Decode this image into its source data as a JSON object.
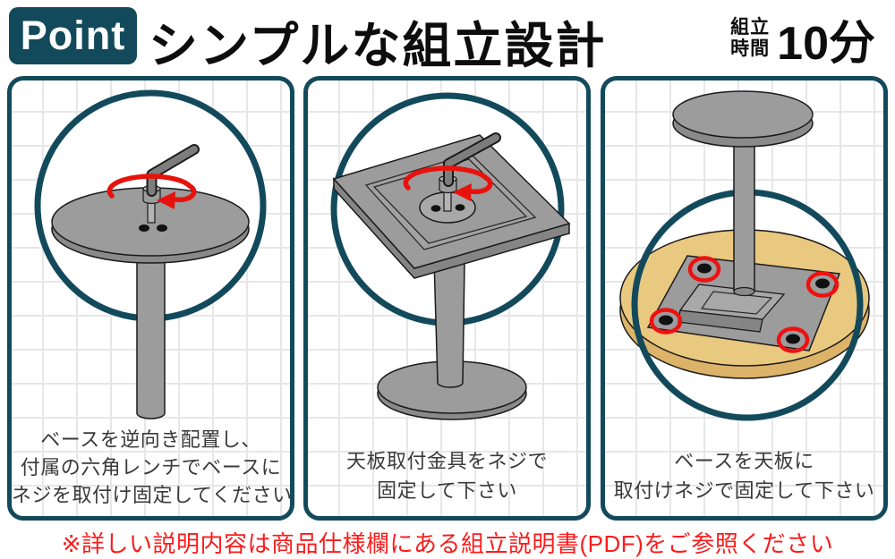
{
  "header": {
    "point_badge": "Point",
    "title": "シンプルな組立設計",
    "assembly_time": {
      "label_line1": "組立",
      "label_line2": "時間",
      "value": "10分"
    }
  },
  "steps": [
    {
      "caption_lines": [
        "ベースを逆向き配置し、",
        "付属の六角レンチでベースに",
        "ネジを取付け固定してください"
      ]
    },
    {
      "caption_lines": [
        "天板取付金具をネジで",
        "固定して下さい"
      ]
    },
    {
      "caption_lines": [
        "ベースを天板に",
        "取付けネジで固定して下さい"
      ]
    }
  ],
  "footer_note": "※詳しい説明内容は商品仕様欄にある組立説明書(PDF)をご参照ください",
  "colors": {
    "accent_teal": "#124a5c",
    "metal_gray": "#9c9c9c",
    "metal_gray_dark": "#8a8a8a",
    "wrench_gray": "#7d7d7d",
    "wood_tan": "#e9c87f",
    "wood_tan_edge": "#dcb368",
    "highlight_red": "#e8120c",
    "note_red": "#fa1c1c",
    "grid_gray": "#e7e7e7"
  }
}
